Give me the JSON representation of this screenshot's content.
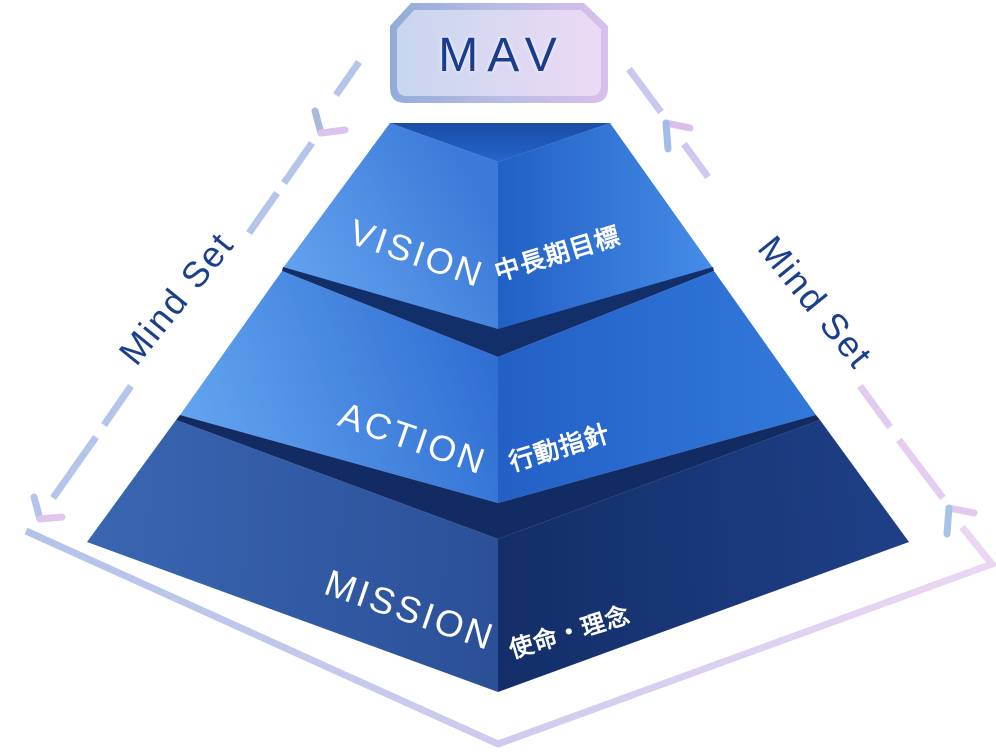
{
  "diagram": {
    "badge": {
      "label": "MAV"
    },
    "side_labels": {
      "left": "Mind Set",
      "right": "Mind Set"
    },
    "tiers": [
      {
        "name": "VISION",
        "caption": "中長期目標"
      },
      {
        "name": "ACTION",
        "caption": "行動指針"
      },
      {
        "name": "MISSION",
        "caption": "使命・理念"
      }
    ],
    "colors": {
      "accent_navy": "#1c3f8d",
      "tier_text": "#ffffff",
      "gap_band_navy": "#132f6a",
      "left_line": "#b4c5ea",
      "right_line": "#e5cdf1",
      "badge_fill_left": "#c8d6ef",
      "badge_fill_right": "#ecdaf5"
    }
  }
}
